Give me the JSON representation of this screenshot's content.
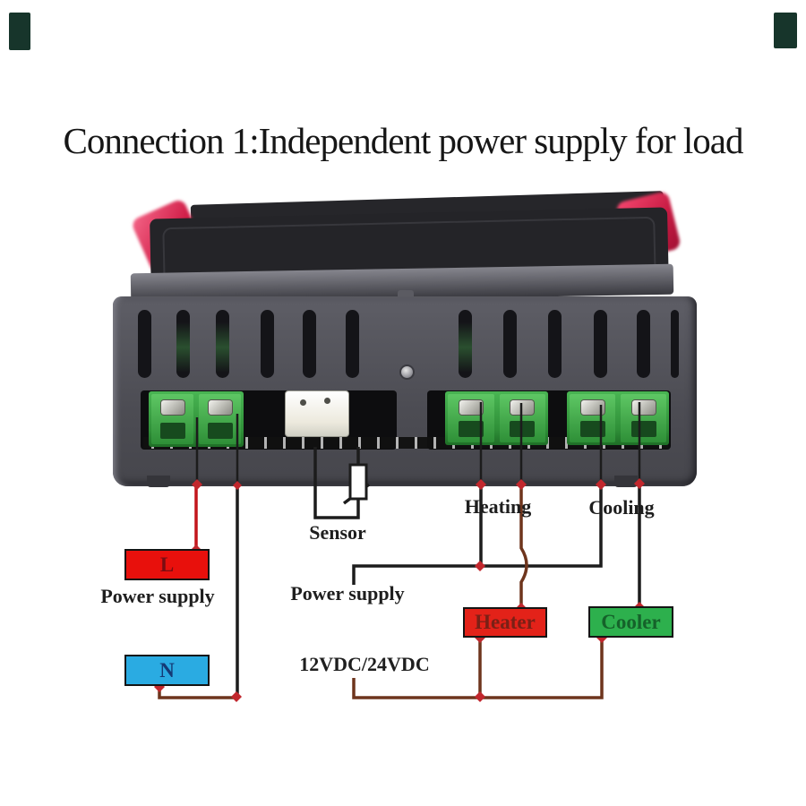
{
  "title": "Connection 1:Independent power supply for load",
  "device": {
    "description": "rear view of digital temperature controller with green screw terminal blocks and white sensor connector"
  },
  "wiring": {
    "sensor_label": "Sensor",
    "heating_label": "Heating",
    "cooling_label": "Cooling",
    "power_supply_left_label": "Power supply",
    "power_supply_load_label": "Power supply",
    "dc_voltage_label": "12VDC/24VDC",
    "live_box": {
      "label": "L",
      "fill": "#e8100c",
      "text_color": "#7a0d12"
    },
    "neutral_box": {
      "label": "N",
      "fill": "#2aabe2",
      "text_color": "#153a75"
    },
    "heater_box": {
      "label": "Heater",
      "fill": "#e32219",
      "text_color": "#7a2016"
    },
    "cooler_box": {
      "label": "Cooler",
      "fill": "#2db04d",
      "text_color": "#15622a"
    }
  },
  "colors": {
    "wire_black": "#1c1c1c",
    "wire_red": "#c3161c",
    "wire_brown": "#6e351d",
    "junction_fill": "#c1272d",
    "junction_stroke": "#6d0f12",
    "terminal_green": "#3aa546",
    "device_gray": "#54545b"
  }
}
